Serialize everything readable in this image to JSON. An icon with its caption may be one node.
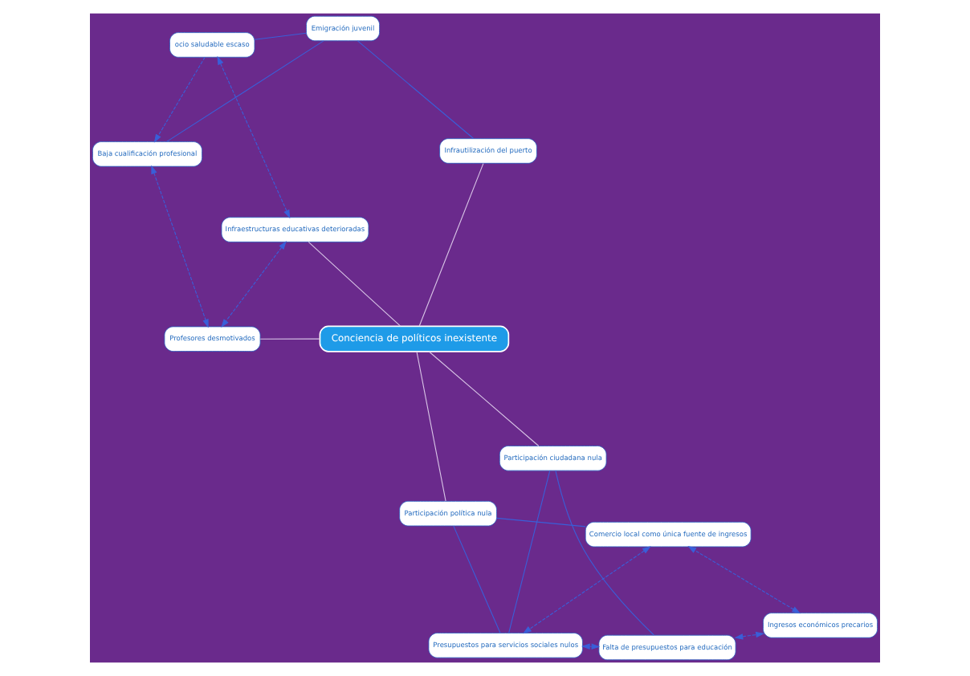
{
  "diagram": {
    "nodes": [
      {
        "text": [
          "Conciencia de políticos inexistente"
        ]
      },
      {
        "text": [
          "Emigración juvenil"
        ]
      },
      {
        "text": [
          "Baja cualificación profesional"
        ]
      },
      {
        "text": [
          "ocio saludable escaso"
        ]
      },
      {
        "text": [
          "Infrautilización del puerto"
        ]
      },
      {
        "text": [
          "Infraestructuras educativas deterioradas"
        ]
      },
      {
        "text": [
          "Profesores desmotivados"
        ]
      },
      {
        "text": [
          "Participación ciudadana nula"
        ]
      },
      {
        "text": [
          "Participación política nula"
        ]
      },
      {
        "text": [
          "Falta de presupuestos para educación"
        ]
      },
      {
        "text": [
          "Presupuestos para servicios sociales nulos"
        ]
      },
      {
        "text": [
          "Comercio local como única fuente de ingresos"
        ]
      },
      {
        "text": [
          "Ingresos económicos precarios"
        ]
      }
    ],
    "edges": [
      {
        "from": 0,
        "to": 6,
        "arrow": "none",
        "color": "#d8c4e6"
      },
      {
        "from": 0,
        "to": 5,
        "arrow": "none",
        "color": "#d8c4e6"
      },
      {
        "from": 0,
        "to": 4,
        "arrow": "none",
        "color": "#d8c4e6"
      },
      {
        "from": 0,
        "to": 7,
        "arrow": "none",
        "color": "#d8c4e6"
      },
      {
        "from": 0,
        "to": 8,
        "arrow": "none",
        "color": "#d8c4e6"
      },
      {
        "from": 1,
        "to": 2,
        "arrow": "none"
      },
      {
        "from": 1,
        "to": 3,
        "arrow": "none"
      },
      {
        "from": 1,
        "to": 4,
        "arrow": "none"
      },
      {
        "from": 3,
        "to": 2,
        "arrow": "to",
        "style": "dashed"
      },
      {
        "from": 2,
        "to": 6,
        "arrow": "both",
        "style": "dashed"
      },
      {
        "from": 3,
        "to": 5,
        "arrow": "both",
        "style": "dashed"
      },
      {
        "from": 5,
        "to": 6,
        "arrow": "both",
        "style": "dashed"
      },
      {
        "from": 7,
        "to": 9,
        "arrow": "none"
      },
      {
        "from": 7,
        "to": 10,
        "arrow": "none"
      },
      {
        "from": 8,
        "to": 10,
        "arrow": "none"
      },
      {
        "from": 8,
        "to": 11,
        "arrow": "none"
      },
      {
        "from": 10,
        "to": 9,
        "arrow": "both",
        "style": "dashed"
      },
      {
        "from": 11,
        "to": 10,
        "arrow": "both",
        "style": "dashed"
      },
      {
        "from": 9,
        "to": 12,
        "arrow": "both",
        "style": "dashed"
      },
      {
        "from": 12,
        "to": 11,
        "arrow": "both",
        "style": "dashed"
      }
    ]
  }
}
